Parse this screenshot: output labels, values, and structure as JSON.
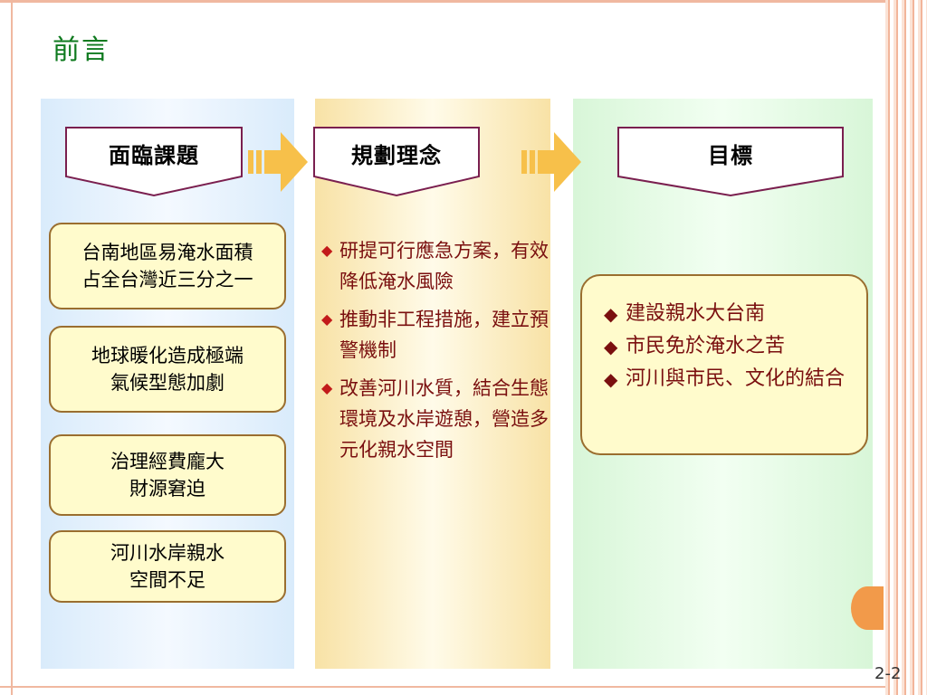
{
  "slide": {
    "title": "前言",
    "page_number": "2-2"
  },
  "columns": {
    "issues": {
      "header": "面臨課題",
      "boxes": [
        {
          "line1": "台南地區易淹水面積",
          "line2": "占全台灣近三分之一"
        },
        {
          "line1": "地球暖化造成極端",
          "line2": "氣候型態加劇"
        },
        {
          "line1": "治理經費龐大",
          "line2": "財源窘迫"
        },
        {
          "line1": "河川水岸親水",
          "line2": "空間不足"
        }
      ]
    },
    "concepts": {
      "header": "規劃理念",
      "bullet": "◆",
      "items": [
        "研提可行應急方案，有效降低淹水風險",
        "推動非工程措施，建立預警機制",
        "改善河川水質，結合生態環境及水岸遊憩，營造多元化親水空間"
      ]
    },
    "goals": {
      "header": "目標",
      "bullet": "◆",
      "items": [
        "建設親水大台南",
        "市民免於淹水之苦",
        "河川與市民、文化的結合"
      ]
    }
  },
  "colors": {
    "title": "#0f7a1f",
    "header_border": "#7a1f4f",
    "box_fill": "#fffbcc",
    "box_border": "#9a6e2f",
    "text_red": "#7a0f0f",
    "arrow": "#f7c04a"
  }
}
